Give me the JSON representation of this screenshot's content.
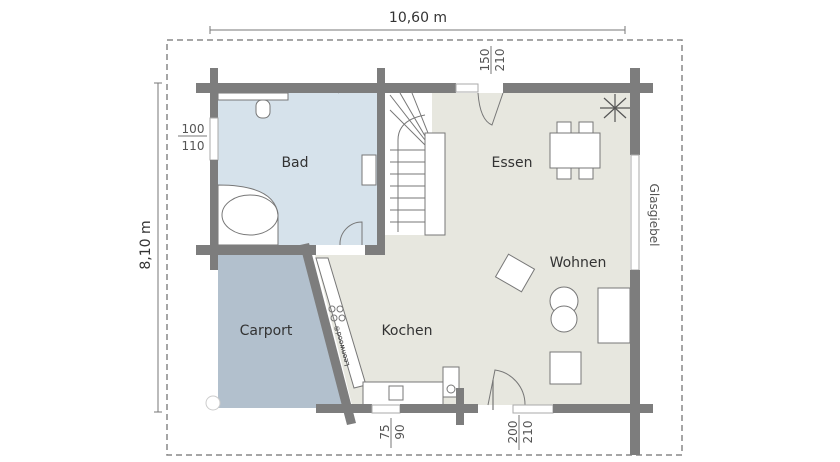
{
  "dimensions": {
    "width": "10,60 m",
    "depth": "8,10 m",
    "window_top": {
      "top": "150",
      "bottom": "210"
    },
    "window_left": {
      "top": "100",
      "bottom": "110"
    },
    "window_kitchen": {
      "top": "75",
      "bottom": "90"
    },
    "door_entry": {
      "top": "200",
      "bottom": "210"
    }
  },
  "rooms": {
    "bad": "Bad",
    "essen": "Essen",
    "wohnen": "Wohnen",
    "carport": "Carport",
    "kochen": "Kochen"
  },
  "wall_labels": {
    "glasgiebel": "Glasgiebel"
  },
  "brand": "Leonwood®",
  "colors": {
    "wall": "#7d7d7d",
    "bad": "#d6e2eb",
    "living": "#e7e7df",
    "carport": "#b2c0cd"
  }
}
